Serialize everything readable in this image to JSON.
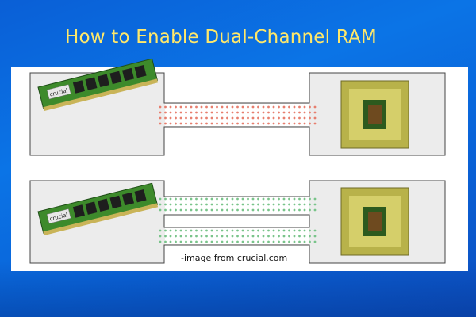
{
  "page": {
    "title": "How to Enable Dual-Channel RAM",
    "caption": "-image from crucial.com",
    "colors": {
      "background": "#0b6ee2",
      "title": "#ffe86a",
      "panel": "#ffffff",
      "box_fill": "#e9e9e9",
      "ram_pcb": "#3f8a2e",
      "cpu_pins": "#c7c25a",
      "dot_red": "#e77e6e",
      "dot_green": "#79c48a"
    }
  },
  "diagram": {
    "top": {
      "ram_brand": "crucial",
      "channel_color": "red",
      "channels": 1
    },
    "bottom": {
      "ram_brand": "crucial",
      "channel_color": "green",
      "channels": 2
    }
  }
}
